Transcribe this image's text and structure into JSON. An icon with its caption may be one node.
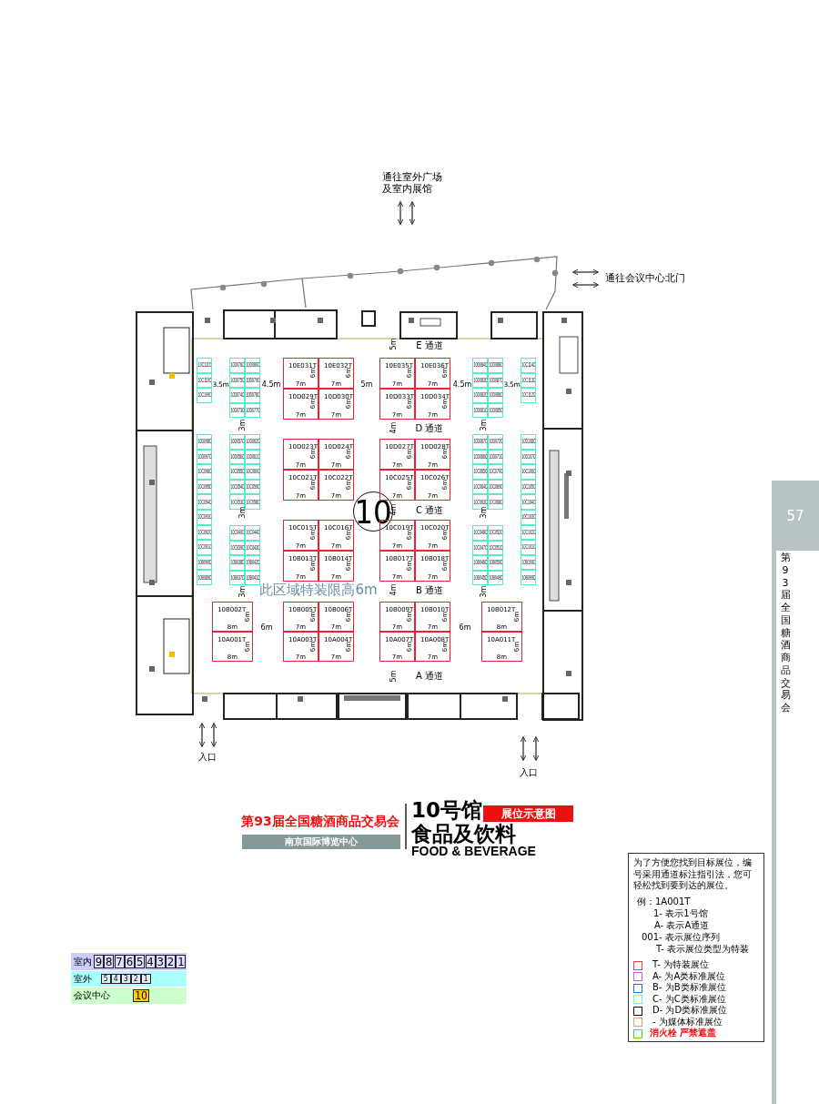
{
  "diagram": {
    "nodes": [
      {
        "text": [
          "10"
        ]
      },
      {
        "text": [
          "10E031T",
          "6m",
          "7m"
        ]
      },
      {
        "text": [
          "10E032T",
          "6m",
          "7m"
        ]
      },
      {
        "text": [
          "10E035T",
          "6m",
          "7m"
        ]
      },
      {
        "text": [
          "10E036T",
          "6m",
          "7m"
        ]
      },
      {
        "text": [
          "10D029T",
          "6m",
          "7m"
        ]
      },
      {
        "text": [
          "10D030T",
          "6m",
          "7m"
        ]
      },
      {
        "text": [
          "10D033T",
          "6m",
          "7m"
        ]
      },
      {
        "text": [
          "10D034T",
          "6m",
          "7m"
        ]
      },
      {
        "text": [
          "10D023T",
          "6m",
          "7m"
        ]
      },
      {
        "text": [
          "10D024T",
          "6m",
          "7m"
        ]
      },
      {
        "text": [
          "10D027T",
          "6m",
          "7m"
        ]
      },
      {
        "text": [
          "10D028T",
          "6m",
          "7m"
        ]
      },
      {
        "text": [
          "10C021T",
          "6m",
          "7m"
        ]
      },
      {
        "text": [
          "10C022T",
          "6m",
          "7m"
        ]
      },
      {
        "text": [
          "10C025T",
          "6m",
          "7m"
        ]
      },
      {
        "text": [
          "10C026T",
          "6m",
          "7m"
        ]
      },
      {
        "text": [
          "10C015T",
          "6m",
          "7m"
        ]
      },
      {
        "text": [
          "10C016T",
          "6m",
          "7m"
        ]
      },
      {
        "text": [
          "10C019T",
          "6m",
          "7m"
        ]
      },
      {
        "text": [
          "10C020T",
          "6m",
          "7m"
        ]
      },
      {
        "text": [
          "10B013T",
          "6m",
          "7m"
        ]
      },
      {
        "text": [
          "10B014T",
          "6m",
          "7m"
        ]
      },
      {
        "text": [
          "10B017T",
          "6m",
          "7m"
        ]
      },
      {
        "text": [
          "10B018T",
          "6m",
          "7m"
        ]
      },
      {
        "text": [
          "10B002T",
          "6m",
          "8m"
        ]
      },
      {
        "text": [
          "10B005T",
          "6m",
          "7m"
        ]
      },
      {
        "text": [
          "10B006T",
          "6m",
          "7m"
        ]
      },
      {
        "text": [
          "10B009T",
          "6m",
          "7m"
        ]
      },
      {
        "text": [
          "10B010T",
          "6m",
          "7m"
        ]
      },
      {
        "text": [
          "10B012T",
          "6m",
          "8m"
        ]
      },
      {
        "text": [
          "10A001T",
          "6m",
          "8m"
        ]
      },
      {
        "text": [
          "10A003T",
          "6m",
          "7m"
        ]
      },
      {
        "text": [
          "10A004T",
          "6m",
          "7m"
        ]
      },
      {
        "text": [
          "10A007T",
          "6m",
          "7m"
        ]
      },
      {
        "text": [
          "10A008T",
          "6m",
          "7m"
        ]
      },
      {
        "text": [
          "10A011T",
          "6m",
          "8m"
        ]
      },
      {
        "text": [
          "10C111C"
        ]
      },
      {
        "text": [
          "10C110C"
        ]
      },
      {
        "text": [
          "10C109C"
        ]
      },
      {
        "text": [
          "10D076C"
        ]
      },
      {
        "text": [
          "10D075C"
        ]
      },
      {
        "text": [
          "10D074C"
        ]
      },
      {
        "text": [
          "10D073C"
        ]
      },
      {
        "text": [
          "10D080C"
        ]
      },
      {
        "text": [
          "10D079C"
        ]
      },
      {
        "text": [
          "10D078C"
        ]
      },
      {
        "text": [
          "10D077C"
        ]
      },
      {
        "text": [
          "10D084C"
        ]
      },
      {
        "text": [
          "10D083C"
        ]
      },
      {
        "text": [
          "10D082C"
        ]
      },
      {
        "text": [
          "10D081C"
        ]
      },
      {
        "text": [
          "10D088C"
        ]
      },
      {
        "text": [
          "10D087C"
        ]
      },
      {
        "text": [
          "10D086C"
        ]
      },
      {
        "text": [
          "10D085C"
        ]
      },
      {
        "text": [
          "10C114C"
        ]
      },
      {
        "text": [
          "10C113C"
        ]
      },
      {
        "text": [
          "10C112C"
        ]
      },
      {
        "text": [
          "10D098C"
        ]
      },
      {
        "text": [
          "10D097C"
        ]
      },
      {
        "text": [
          "10C096C"
        ]
      },
      {
        "text": [
          "10C095C"
        ]
      },
      {
        "text": [
          "10C094C"
        ]
      },
      {
        "text": [
          "10C093C"
        ]
      },
      {
        "text": [
          "10C092C"
        ]
      },
      {
        "text": [
          "10C091C"
        ]
      },
      {
        "text": [
          "10B090C"
        ]
      },
      {
        "text": [
          "10B089C"
        ]
      },
      {
        "text": [
          "10D057C"
        ]
      },
      {
        "text": [
          "10D056C"
        ]
      },
      {
        "text": [
          "10C055C"
        ]
      },
      {
        "text": [
          "10C054C"
        ]
      },
      {
        "text": [
          "10C053C"
        ]
      },
      {
        "text": [
          "10D062C"
        ]
      },
      {
        "text": [
          "10D061C"
        ]
      },
      {
        "text": [
          "10C060C"
        ]
      },
      {
        "text": [
          "10C059C"
        ]
      },
      {
        "text": [
          "10C058C"
        ]
      },
      {
        "text": [
          "10D067C"
        ]
      },
      {
        "text": [
          "10D066C"
        ]
      },
      {
        "text": [
          "10C065C"
        ]
      },
      {
        "text": [
          "10C064C"
        ]
      },
      {
        "text": [
          "10C063C"
        ]
      },
      {
        "text": [
          "10D072C"
        ]
      },
      {
        "text": [
          "10D071C"
        ]
      },
      {
        "text": [
          "10C070C"
        ]
      },
      {
        "text": [
          "10C069C"
        ]
      },
      {
        "text": [
          "10C068C"
        ]
      },
      {
        "text": [
          "10D108C"
        ]
      },
      {
        "text": [
          "10D107C"
        ]
      },
      {
        "text": [
          "10C106C"
        ]
      },
      {
        "text": [
          "10C105C"
        ]
      },
      {
        "text": [
          "10C104C"
        ]
      },
      {
        "text": [
          "10C103C"
        ]
      },
      {
        "text": [
          "10C102C"
        ]
      },
      {
        "text": [
          "10C101C"
        ]
      },
      {
        "text": [
          "10B100C"
        ]
      },
      {
        "text": [
          "10B099C"
        ]
      },
      {
        "text": [
          "10C040C"
        ]
      },
      {
        "text": [
          "10C039C"
        ]
      },
      {
        "text": [
          "10B038C"
        ]
      },
      {
        "text": [
          "10B037C"
        ]
      },
      {
        "text": [
          "10C044C"
        ]
      },
      {
        "text": [
          "10C043C"
        ]
      },
      {
        "text": [
          "10B042C"
        ]
      },
      {
        "text": [
          "10B041C"
        ]
      },
      {
        "text": [
          "10C048C"
        ]
      },
      {
        "text": [
          "10C047C"
        ]
      },
      {
        "text": [
          "10B046C"
        ]
      },
      {
        "text": [
          "10B045C"
        ]
      },
      {
        "text": [
          "10C052C"
        ]
      },
      {
        "text": [
          "10C051C"
        ]
      },
      {
        "text": [
          "10B050C"
        ]
      },
      {
        "text": [
          "10B049C"
        ]
      },
      {
        "text": [
          "南京国际博览中心"
        ]
      },
      {
        "text": [
          "展位示意图"
        ]
      },
      {
        "text": [
          "57"
        ]
      },
      {
        "text": [
          "为了方便您找到目标展位，编号采用通道标注指引法，您可轻松找到要到达的展位。",
          "例：1A001T",
          "1- 表示1号馆",
          "A- 表示A通道",
          "001- 表示展位序列",
          "T- 表示展位类型为特装"
        ]
      },
      {
        "text": [
          "室内"
        ]
      },
      {
        "text": [
          "9"
        ],
        "in": 119
      },
      {
        "text": [
          "8"
        ],
        "in": 119
      },
      {
        "text": [
          "7"
        ],
        "in": 119
      },
      {
        "text": [
          "6"
        ],
        "in": 119
      },
      {
        "text": [
          "5"
        ],
        "in": 119
      },
      {
        "text": [
          "4"
        ],
        "in": 119
      },
      {
        "text": [
          "3"
        ],
        "in": 119
      },
      {
        "text": [
          "2"
        ],
        "in": 119
      },
      {
        "text": [
          "1"
        ],
        "in": 119
      },
      {
        "text": [
          "室外"
        ]
      },
      {
        "text": [
          "5"
        ],
        "in": 129
      },
      {
        "text": [
          "4"
        ],
        "in": 129
      },
      {
        "text": [
          "3"
        ],
        "in": 129
      },
      {
        "text": [
          "2"
        ],
        "in": 129
      },
      {
        "text": [
          "1"
        ],
        "in": 129
      },
      {
        "text": [
          "会议中心"
        ]
      },
      {
        "text": [
          "10"
        ],
        "in": 135
      }
    ],
    "labels": [
      "通往室外广场及室内展馆",
      "通往会议中心北门",
      "5m",
      "E 通道",
      "3.5m",
      "4.5m",
      "5m",
      "4.5m",
      "3.5m",
      "3m",
      "4m",
      "D 通道",
      "3m",
      "3m",
      "4m",
      "C 通道",
      "3m",
      "3m",
      "此区域特装限高6m",
      "4m",
      "B 通道",
      "3m",
      "6m",
      "6m",
      "5m",
      "A 通道",
      "入口",
      "入口",
      "第93届全国糖酒商品交易会",
      "10号馆",
      "食品及饮料",
      "FOOD & BEVERAGE",
      "第93届全国糖酒商品交易会"
    ],
    "legend": [
      {
        "text": "T- 为特装展位",
        "color": "#ff3344"
      },
      {
        "text": "A- 为A类标准展位",
        "color": "#b266ff"
      },
      {
        "text": "B- 为B类标准展位",
        "color": "#3366ff"
      },
      {
        "text": "C- 为C类标准展位",
        "color": "#66ffdd"
      },
      {
        "text": "D- 为D类标准展位",
        "color": "#000000"
      },
      {
        "text": "- 为媒体标准展位",
        "color": "#ff9955"
      },
      {
        "text": "消火栓 严禁遮盖",
        "color": "#33ee00"
      }
    ]
  }
}
